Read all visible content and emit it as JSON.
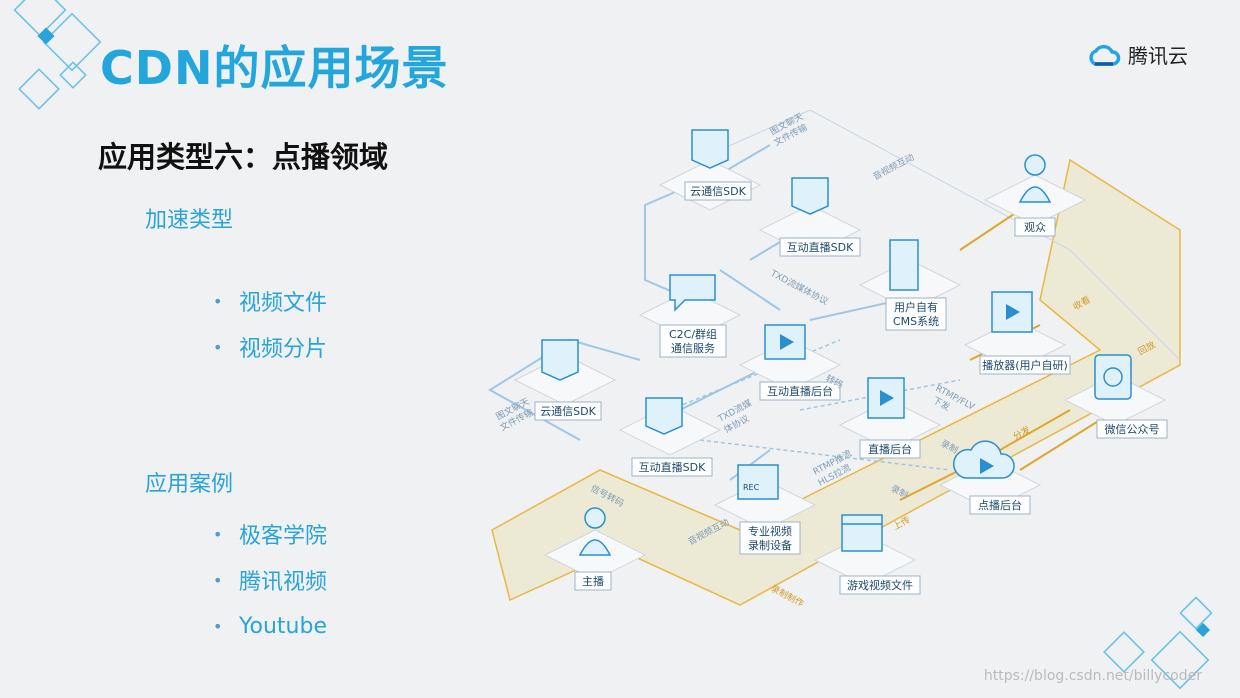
{
  "slide": {
    "title": "CDN的应用场景",
    "logo_text": "腾讯云",
    "subtitle": "应用类型六：点播领域",
    "accel_heading": "加速类型",
    "accel_items": [
      "视频文件",
      "视频分片"
    ],
    "case_heading": "应用案例",
    "case_items": [
      "极客学院",
      "腾讯视频",
      "Youtube"
    ],
    "watermark": "https://blog.csdn.net/billycoder"
  },
  "diagram": {
    "nodes": {
      "im_sdk_top": "云通信SDK",
      "live_sdk_top": "互动直播SDK",
      "viewer": "观众",
      "cms": "用户自有",
      "cms2": "CMS系统",
      "c2c": "C2C/群组",
      "c2c2": "通信服务",
      "live_backend": "互动直播后台",
      "player": "播放器(用户自研)",
      "im_sdk_left": "云通信SDK",
      "live_sdk_left": "互动直播SDK",
      "direct_backend": "直播后台",
      "wechat": "微信公众号",
      "rec_device": "专业视频",
      "rec_device2": "录制设备",
      "vod_backend": "点播后台",
      "anchor": "主播",
      "game_file": "游戏视频文件"
    },
    "edges": {
      "chat_file_top": "图文聊天",
      "chat_file_top2": "文件传输",
      "av_interact": "音视频互动",
      "txd_protocol": "TXD流媒体协议",
      "chat_file_left": "图文聊天",
      "chat_file_left2": "文件传输",
      "txd_protocol2": "TXD流媒",
      "txd_protocol2b": "体协议",
      "rtmp_push": "RTMP推流",
      "hls_pull": "HLS拉流",
      "rtmp_flv": "RTMP/FLV",
      "rtmp_flv2": "下发",
      "record": "录制",
      "upload": "上传",
      "distribute": "分发",
      "watch": "收看",
      "replay": "回放",
      "transcode": "转码",
      "record_make": "录制制作",
      "signal_relay": "信号转码",
      "av_interact2": "音视频互动"
    }
  }
}
